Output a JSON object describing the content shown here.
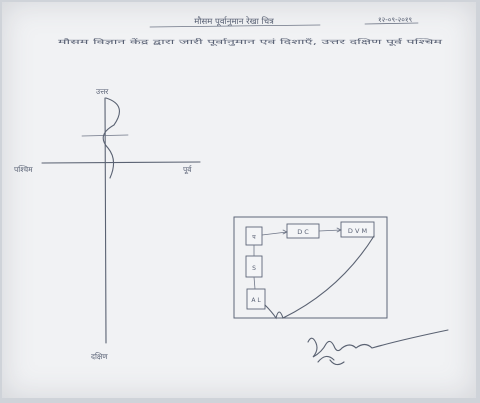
{
  "header": {
    "title": "मौसम पूर्वानुमान रेखा चित्र",
    "date": "१२-०९-२०१९",
    "subtitle": "मौसम विज्ञान केंद्र द्वारा जारी पूर्वानुमान एवं दिशाएँ, उत्तर दक्षिण पूर्व पश्चिम"
  },
  "axes": {
    "north_label": "उत्तर",
    "south_label": "दक्षिण",
    "west_label": "पश्चिम",
    "east_label": "पूर्व"
  },
  "block_diagram": {
    "block_input": "प",
    "block_dc": "D C",
    "block_dvm": "D V M",
    "block_mid": "S",
    "block_bottom": "A L"
  }
}
